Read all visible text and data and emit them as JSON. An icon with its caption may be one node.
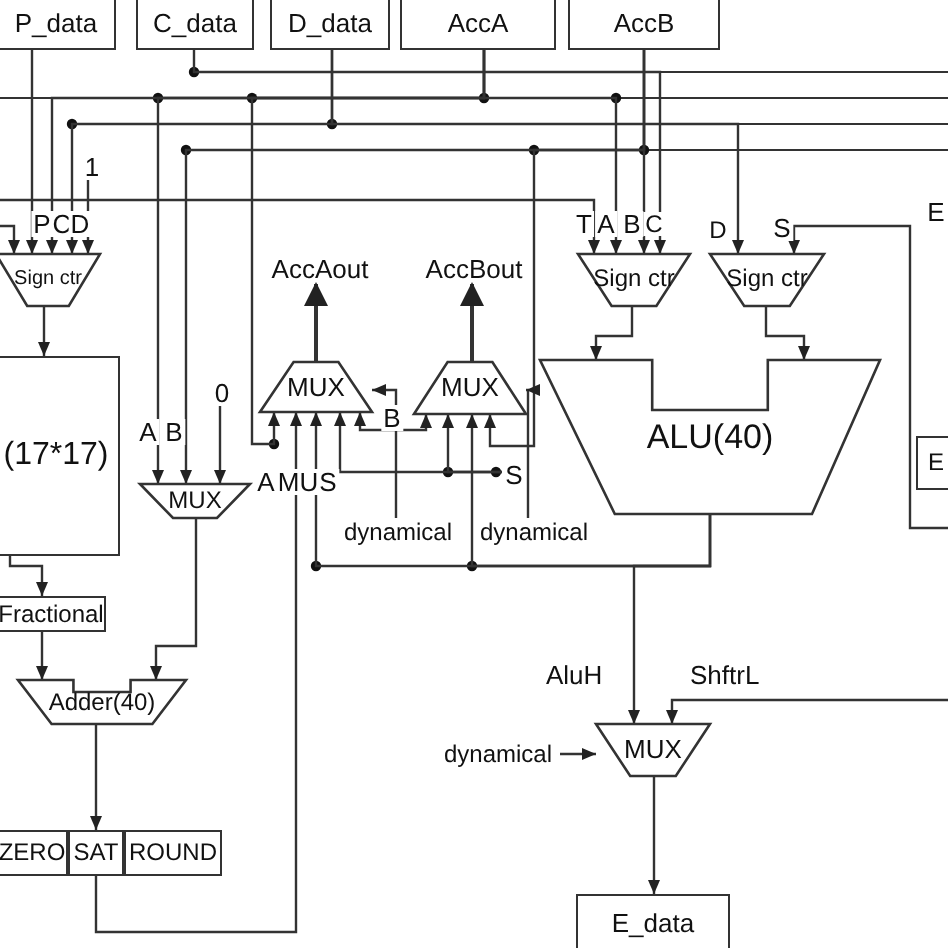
{
  "diagram": {
    "nodes": [
      {
        "text": [
          "P_data"
        ]
      },
      {
        "text": [
          "C_data"
        ]
      },
      {
        "text": [
          "D_data"
        ]
      },
      {
        "text": [
          "AccA"
        ]
      },
      {
        "text": [
          "AccB"
        ]
      },
      {
        "text": [
          "Sign ctr"
        ]
      },
      {
        "text": [
          "(17*17)"
        ]
      },
      {
        "text": [
          "MUX"
        ]
      },
      {
        "text": [
          "AccAout"
        ]
      },
      {
        "text": [
          "MUX"
        ]
      },
      {
        "text": [
          "AccBout"
        ]
      },
      {
        "text": [
          "MUX"
        ]
      },
      {
        "text": [
          "Sign ctr"
        ]
      },
      {
        "text": [
          "Sign ctr"
        ]
      },
      {
        "text": [
          "ALU(40)"
        ]
      },
      {
        "text": [
          "E"
        ]
      },
      {
        "text": [
          "Fractional"
        ]
      },
      {
        "text": [
          "Adder(40)"
        ]
      },
      {
        "text": [
          "ZERO"
        ]
      },
      {
        "text": [
          "SAT"
        ]
      },
      {
        "text": [
          "ROUND"
        ]
      },
      {
        "text": [
          "dynamical"
        ]
      },
      {
        "text": [
          "MUX"
        ]
      },
      {
        "text": [
          "E_data"
        ]
      },
      {
        "text": [
          "dynamical"
        ]
      },
      {
        "text": [
          "dynamical"
        ]
      },
      {
        "text": [
          "S"
        ]
      },
      {
        "text": [
          "1"
        ]
      },
      {
        "text": [
          "0"
        ]
      }
    ],
    "edges": [
      {
        "from": 0,
        "to": 5,
        "arrow": "to"
      },
      {
        "from": 5,
        "to": 6,
        "arrow": "to"
      },
      {
        "from": 9,
        "to": 8,
        "arrow": "to"
      },
      {
        "from": 11,
        "to": 10,
        "arrow": "to"
      },
      {
        "from": 12,
        "to": 14,
        "arrow": "to"
      },
      {
        "from": 13,
        "to": 14,
        "arrow": "to"
      },
      {
        "from": 7,
        "to": 17,
        "arrow": "to"
      },
      {
        "from": 6,
        "to": 16,
        "arrow": "to"
      },
      {
        "from": 16,
        "to": 17,
        "arrow": "to"
      },
      {
        "from": 17,
        "to": 19,
        "arrow": "to"
      },
      {
        "from": 14,
        "to": 22,
        "label": "AluH",
        "arrow": "to"
      },
      {
        "from": null,
        "to": 22,
        "label": "ShftrL",
        "arrow": "to"
      },
      {
        "from": 21,
        "to": 22,
        "arrow": "to"
      },
      {
        "from": 22,
        "to": 23,
        "arrow": "to"
      },
      {
        "from": 1,
        "to": 12,
        "arrow": "to"
      },
      {
        "from": 3,
        "to": 5,
        "arrow": "to"
      },
      {
        "from": 3,
        "to": 7,
        "arrow": "to"
      },
      {
        "from": 3,
        "to": 12,
        "arrow": "to"
      },
      {
        "from": 3,
        "to": 9,
        "arrow": "to"
      },
      {
        "from": 2,
        "to": 5,
        "arrow": "to"
      },
      {
        "from": 2,
        "to": 13,
        "arrow": "to"
      },
      {
        "from": 4,
        "to": 12,
        "arrow": "to"
      },
      {
        "from": 4,
        "to": 7,
        "arrow": "to"
      },
      {
        "from": 4,
        "to": 11,
        "arrow": "to"
      },
      {
        "from": null,
        "to": 12,
        "arrow": "to"
      },
      {
        "from": null,
        "to": 5,
        "arrow": "to"
      },
      {
        "from": 9,
        "to": 11,
        "arrow": "both"
      },
      {
        "from": 19,
        "to": 9,
        "arrow": "to"
      },
      {
        "from": 14,
        "to": 9,
        "arrow": "to"
      },
      {
        "from": 14,
        "to": 11,
        "arrow": "to"
      },
      {
        "from": 27,
        "to": 5,
        "arrow": "to"
      },
      {
        "from": 28,
        "to": 7,
        "arrow": "to"
      },
      {
        "from": null,
        "to": 13,
        "arrow": "to"
      },
      {
        "from": 24,
        "to": 9,
        "arrow": "to"
      },
      {
        "from": 25,
        "to": 11,
        "arrow": "to"
      },
      {
        "from": 26,
        "to": 9,
        "arrow": "to"
      },
      {
        "from": 26,
        "to": 11,
        "arrow": "to"
      }
    ],
    "labels": [
      "P",
      "C",
      "D",
      "A",
      "B",
      "A",
      "MU",
      "S",
      "B",
      "T",
      "A",
      "B",
      "C",
      "D",
      "S",
      "E"
    ]
  }
}
